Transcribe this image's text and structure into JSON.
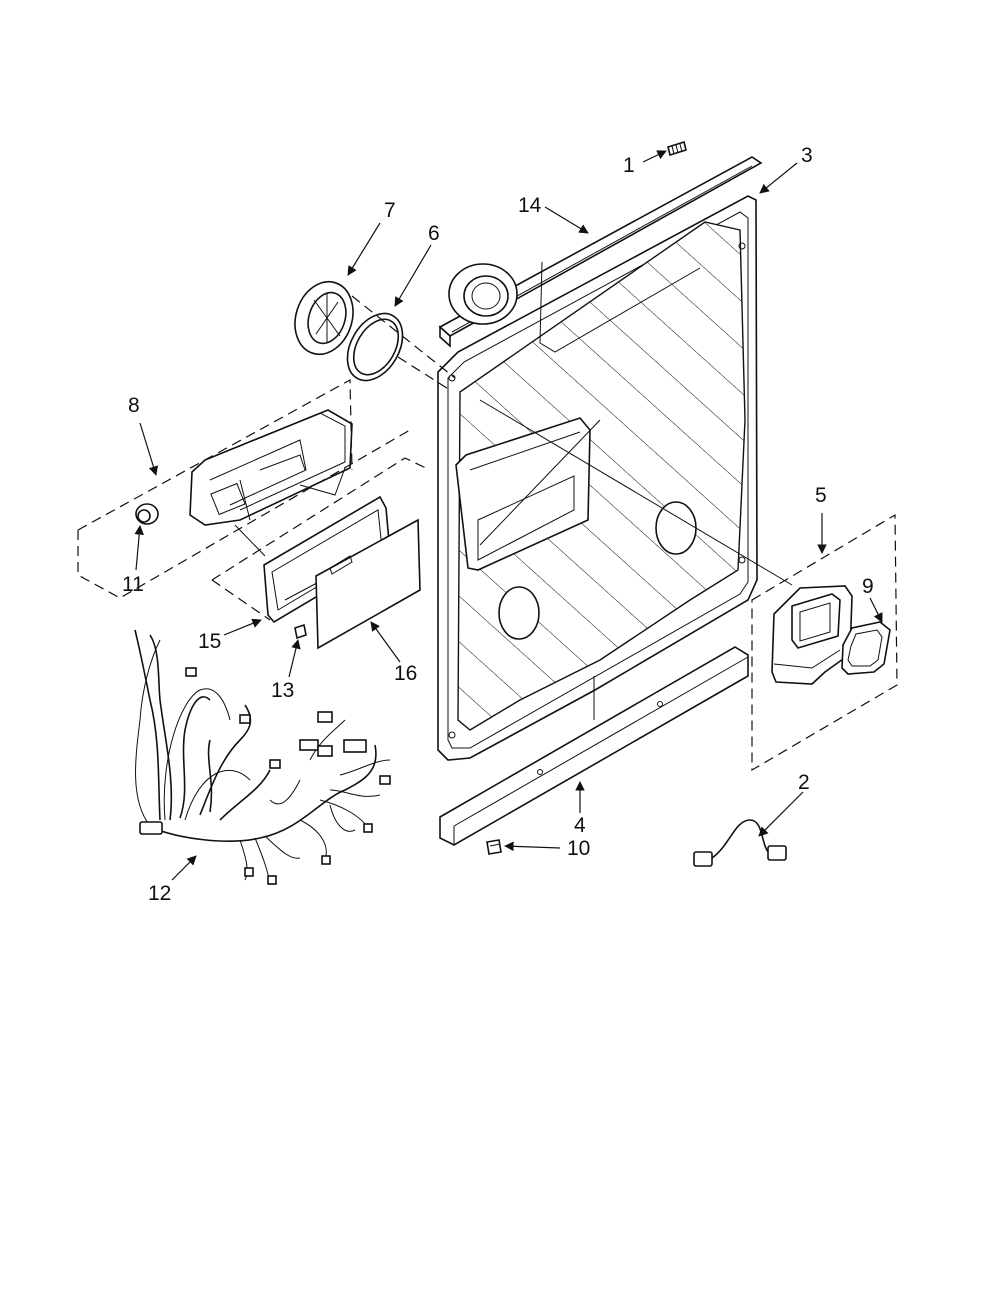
{
  "callouts": [
    "1",
    "2",
    "3",
    "4",
    "5",
    "6",
    "7",
    "8",
    "9",
    "10",
    "11",
    "12",
    "13",
    "14",
    "15",
    "16"
  ],
  "colors": {
    "ink": "#111111",
    "paper": "#ffffff"
  }
}
